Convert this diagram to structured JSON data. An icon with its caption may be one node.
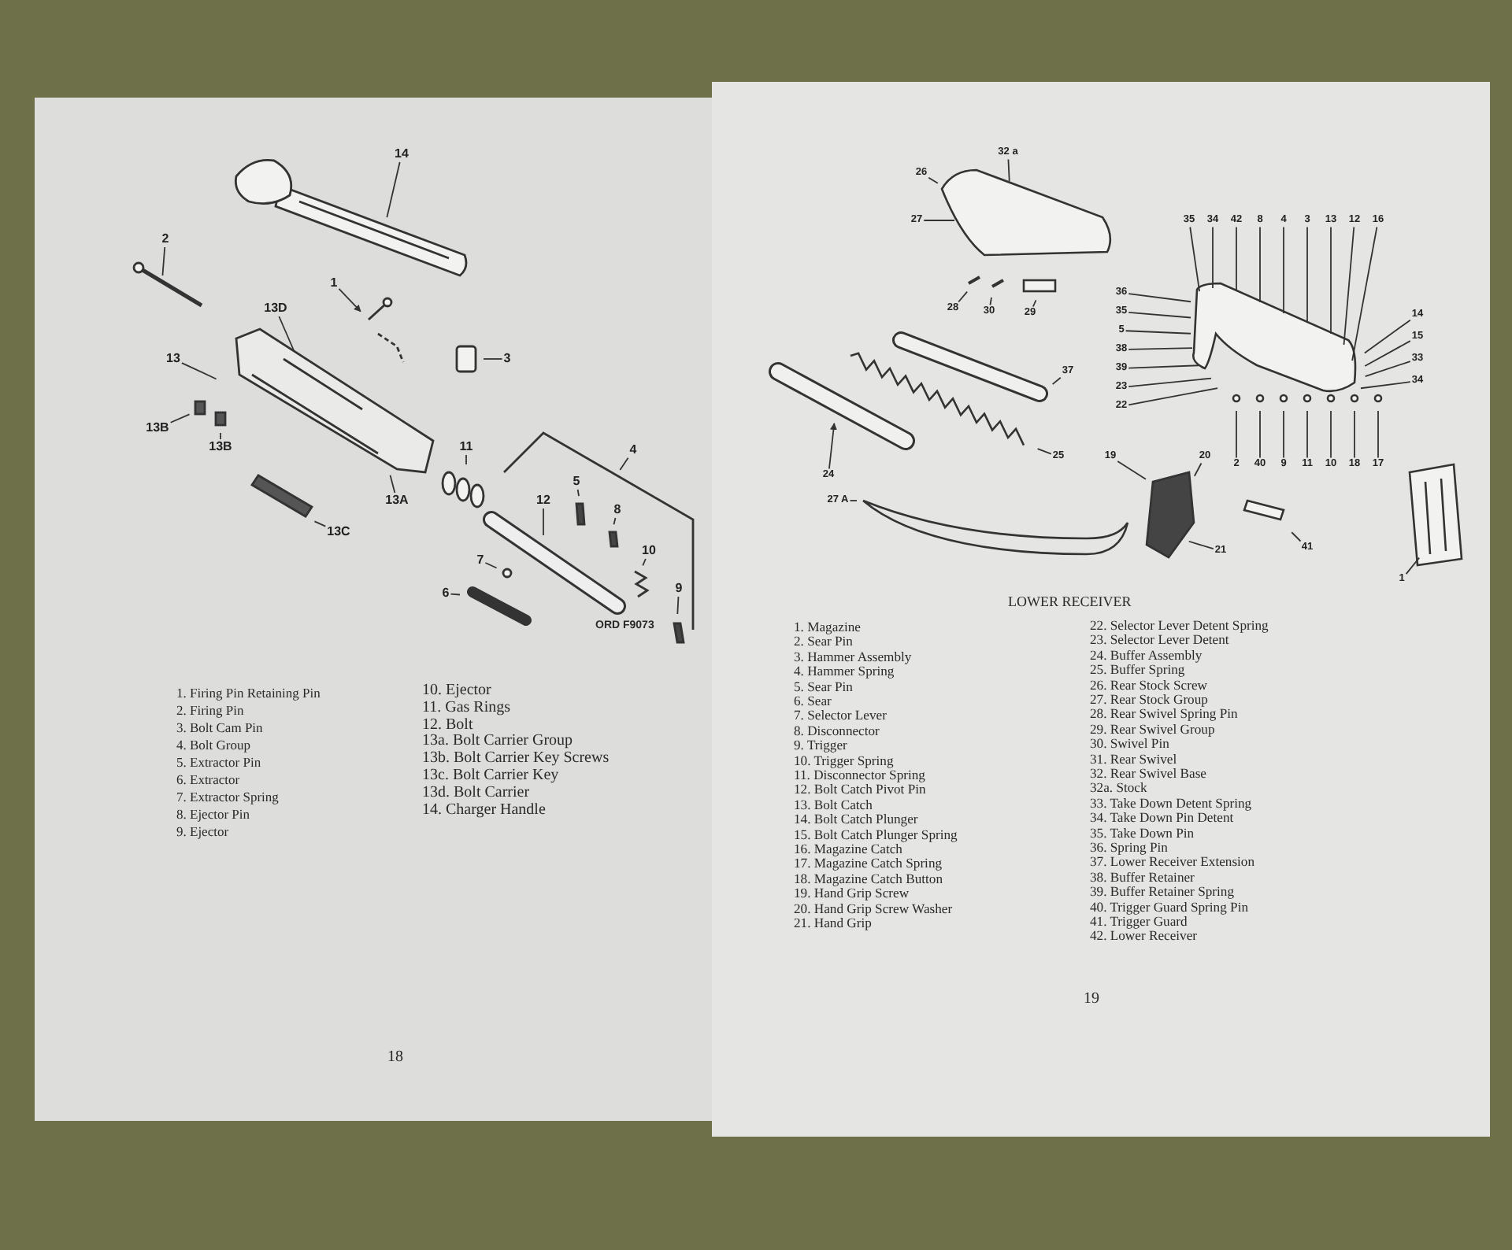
{
  "diagram": {
    "nodes": [
      {
        "text": [
          "14"
        ]
      },
      {
        "text": [
          "2"
        ]
      },
      {
        "text": [
          "13D"
        ]
      },
      {
        "text": [
          "1"
        ]
      },
      {
        "text": [
          "13"
        ]
      },
      {
        "text": [
          "13B"
        ]
      },
      {
        "text": [
          "3"
        ]
      },
      {
        "text": [
          "13B"
        ]
      },
      {
        "text": [
          "13C"
        ]
      },
      {
        "text": [
          "11"
        ]
      },
      {
        "text": [
          "13A"
        ]
      },
      {
        "text": [
          "4"
        ]
      },
      {
        "text": [
          "5"
        ]
      },
      {
        "text": [
          "12"
        ]
      },
      {
        "text": [
          "8"
        ]
      },
      {
        "text": [
          "7"
        ]
      },
      {
        "text": [
          "10"
        ]
      },
      {
        "text": [
          "6"
        ]
      },
      {
        "text": [
          "9"
        ]
      },
      {
        "text": [
          "32 a"
        ]
      },
      {
        "text": [
          "26"
        ]
      },
      {
        "text": [
          "27"
        ]
      },
      {
        "text": [
          "28"
        ]
      },
      {
        "text": [
          "30"
        ]
      },
      {
        "text": [
          "29"
        ]
      },
      {
        "text": [
          "37"
        ]
      },
      {
        "text": [
          "25"
        ]
      },
      {
        "text": [
          "24"
        ]
      },
      {
        "text": [
          "27 A"
        ]
      },
      {
        "text": [
          "19"
        ]
      },
      {
        "text": [
          "20"
        ]
      },
      {
        "text": [
          "21"
        ]
      },
      {
        "text": [
          "41"
        ]
      },
      {
        "text": [
          "1"
        ]
      },
      {
        "text": [
          "35"
        ]
      },
      {
        "text": [
          "34"
        ]
      },
      {
        "text": [
          "42"
        ]
      },
      {
        "text": [
          "8"
        ]
      },
      {
        "text": [
          "4"
        ]
      },
      {
        "text": [
          "3"
        ]
      },
      {
        "text": [
          "13"
        ]
      },
      {
        "text": [
          "12"
        ]
      },
      {
        "text": [
          "16"
        ]
      },
      {
        "text": [
          "14"
        ]
      },
      {
        "text": [
          "15"
        ]
      },
      {
        "text": [
          "36"
        ]
      },
      {
        "text": [
          "35"
        ]
      },
      {
        "text": [
          "5"
        ]
      },
      {
        "text": [
          "38"
        ]
      },
      {
        "text": [
          "39"
        ]
      },
      {
        "text": [
          "23"
        ]
      },
      {
        "text": [
          "22"
        ]
      },
      {
        "text": [
          "2"
        ]
      },
      {
        "text": [
          "40"
        ]
      },
      {
        "text": [
          "9"
        ]
      },
      {
        "text": [
          "11"
        ]
      },
      {
        "text": [
          "10"
        ]
      },
      {
        "text": [
          "18"
        ]
      },
      {
        "text": [
          "17"
        ]
      },
      {
        "text": [
          "33"
        ]
      },
      {
        "text": [
          "34"
        ]
      }
    ],
    "edges": [
      {
        "from": 0,
        "to": null,
        "arrow": "none"
      },
      {
        "from": 1,
        "to": null,
        "arrow": "none"
      },
      {
        "from": 2,
        "to": null,
        "arrow": "none"
      },
      {
        "from": 3,
        "to": null,
        "arrow": "to"
      },
      {
        "from": 4,
        "to": null,
        "arrow": "none"
      },
      {
        "from": 5,
        "to": null,
        "arrow": "none"
      },
      {
        "from": 6,
        "to": null,
        "arrow": "none"
      },
      {
        "from": 7,
        "to": null,
        "arrow": "none"
      },
      {
        "from": 8,
        "to": null,
        "arrow": "none"
      },
      {
        "from": 9,
        "to": null,
        "arrow": "none"
      },
      {
        "from": 10,
        "to": null,
        "arrow": "none"
      },
      {
        "from": 11,
        "to": null,
        "arrow": "none"
      },
      {
        "from": 12,
        "to": null,
        "arrow": "none"
      },
      {
        "from": 13,
        "to": null,
        "arrow": "none"
      },
      {
        "from": 14,
        "to": null,
        "arrow": "none"
      },
      {
        "from": 15,
        "to": null,
        "arrow": "none"
      },
      {
        "from": 16,
        "to": null,
        "arrow": "none"
      },
      {
        "from": 17,
        "to": null,
        "arrow": "none"
      },
      {
        "from": 18,
        "to": null,
        "arrow": "none"
      },
      {
        "from": 19,
        "to": null,
        "arrow": "none"
      },
      {
        "from": 20,
        "to": null,
        "arrow": "none"
      },
      {
        "from": 21,
        "to": null,
        "arrow": "none"
      },
      {
        "from": 22,
        "to": null,
        "arrow": "none"
      },
      {
        "from": 23,
        "to": null,
        "arrow": "none"
      },
      {
        "from": 24,
        "to": null,
        "arrow": "none"
      },
      {
        "from": 25,
        "to": null,
        "arrow": "none"
      },
      {
        "from": 26,
        "to": null,
        "arrow": "none"
      },
      {
        "from": 27,
        "to": null,
        "arrow": "to"
      },
      {
        "from": 28,
        "to": null,
        "arrow": "none"
      },
      {
        "from": 29,
        "to": null,
        "arrow": "none"
      },
      {
        "from": 30,
        "to": null,
        "arrow": "none"
      },
      {
        "from": 31,
        "to": null,
        "arrow": "none"
      },
      {
        "from": 32,
        "to": null,
        "arrow": "none"
      },
      {
        "from": 33,
        "to": null,
        "arrow": "none"
      },
      {
        "from": 34,
        "to": null,
        "arrow": "none"
      },
      {
        "from": 35,
        "to": null,
        "arrow": "none"
      },
      {
        "from": 36,
        "to": null,
        "arrow": "none"
      },
      {
        "from": 37,
        "to": null,
        "arrow": "none"
      },
      {
        "from": 38,
        "to": null,
        "arrow": "none"
      },
      {
        "from": 39,
        "to": null,
        "arrow": "none"
      },
      {
        "from": 40,
        "to": null,
        "arrow": "none"
      },
      {
        "from": 41,
        "to": null,
        "arrow": "none"
      },
      {
        "from": 42,
        "to": null,
        "arrow": "none"
      },
      {
        "from": 43,
        "to": null,
        "arrow": "none"
      },
      {
        "from": 44,
        "to": null,
        "arrow": "none"
      },
      {
        "from": 45,
        "to": null,
        "arrow": "none"
      },
      {
        "from": 46,
        "to": null,
        "arrow": "none"
      },
      {
        "from": 47,
        "to": null,
        "arrow": "none"
      },
      {
        "from": 48,
        "to": null,
        "arrow": "none"
      },
      {
        "from": 49,
        "to": null,
        "arrow": "none"
      },
      {
        "from": 50,
        "to": null,
        "arrow": "none"
      },
      {
        "from": 51,
        "to": null,
        "arrow": "none"
      },
      {
        "from": 52,
        "to": null,
        "arrow": "none"
      },
      {
        "from": 53,
        "to": null,
        "arrow": "none"
      },
      {
        "from": 54,
        "to": null,
        "arrow": "none"
      },
      {
        "from": 55,
        "to": null,
        "arrow": "none"
      },
      {
        "from": 56,
        "to": null,
        "arrow": "none"
      },
      {
        "from": 57,
        "to": null,
        "arrow": "none"
      },
      {
        "from": 58,
        "to": null,
        "arrow": "none"
      },
      {
        "from": 59,
        "to": null,
        "arrow": "none"
      },
      {
        "from": 60,
        "to": null,
        "arrow": "none"
      }
    ],
    "labels": [
      "ORD F9073",
      "1. Firing Pin Retaining Pin",
      "2. Firing Pin",
      "3. Bolt Cam Pin",
      "4. Bolt Group",
      "5. Extractor Pin",
      "6. Extractor",
      "7. Extractor Spring",
      "8. Ejector Pin",
      "9. Ejector",
      "10. Ejector",
      "11. Gas Rings",
      "12. Bolt",
      "13a. Bolt Carrier Group",
      "13b. Bolt Carrier Key Screws",
      "13c. Bolt Carrier Key",
      "13d. Bolt Carrier",
      "14. Charger Handle",
      "18",
      "LOWER RECEIVER",
      "1. Magazine",
      "2. Sear Pin",
      "3. Hammer Assembly",
      "4. Hammer Spring",
      "5. Sear Pin",
      "6. Sear",
      "7. Selector Lever",
      "8. Disconnector",
      "9. Trigger",
      "10. Trigger Spring",
      "11. Disconnector Spring",
      "12. Bolt Catch Pivot Pin",
      "13. Bolt Catch",
      "14. Bolt Catch Plunger",
      "15. Bolt Catch Plunger Spring",
      "16. Magazine Catch",
      "17. Magazine Catch Spring",
      "18. Magazine Catch Button",
      "19. Hand Grip Screw",
      "20. Hand Grip Screw Washer",
      "21. Hand Grip",
      "22. Selector Lever Detent Spring",
      "23. Selector Lever Detent",
      "24. Buffer Assembly",
      "25. Buffer Spring",
      "26. Rear Stock Screw",
      "27. Rear Stock Group",
      "28. Rear Swivel Spring Pin",
      "29. Rear Swivel Group",
      "30. Swivel Pin",
      "31. Rear Swivel",
      "32. Rear Swivel Base",
      "32a. Stock",
      "33. Take Down Detent Spring",
      "34. Take Down Pin Detent",
      "35. Take Down Pin",
      "36. Spring Pin",
      "37. Lower Receiver Extension",
      "38. Buffer Retainer",
      "39. Buffer Retainer Spring",
      "40. Trigger Guard Spring Pin",
      "41. Trigger Guard",
      "42. Lower Receiver",
      "19"
    ]
  }
}
